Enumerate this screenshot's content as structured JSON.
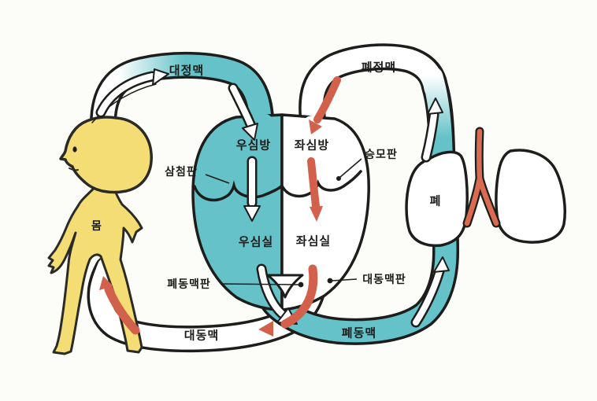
{
  "diagram": {
    "labels": {
      "vena_cava": "대정맥",
      "pulmonary_vein": "폐정맥",
      "right_atrium": "우심방",
      "left_atrium": "좌심방",
      "tricuspid_valve": "삼첨판",
      "mitral_valve": "승모판",
      "right_ventricle": "우심실",
      "left_ventricle": "좌심실",
      "pulmonary_valve": "폐동맥판",
      "aortic_valve": "대동맥판",
      "aorta": "대동맥",
      "pulmonary_artery": "폐동맥",
      "lung": "폐",
      "body": "몸"
    },
    "colors": {
      "deoxygenated_blood": "#64c2c8",
      "oxygenated_arrow": "#d2604a",
      "body_fill": "#f4dd74",
      "outline": "#1d1d1b",
      "background": "#fcfcf9"
    }
  }
}
